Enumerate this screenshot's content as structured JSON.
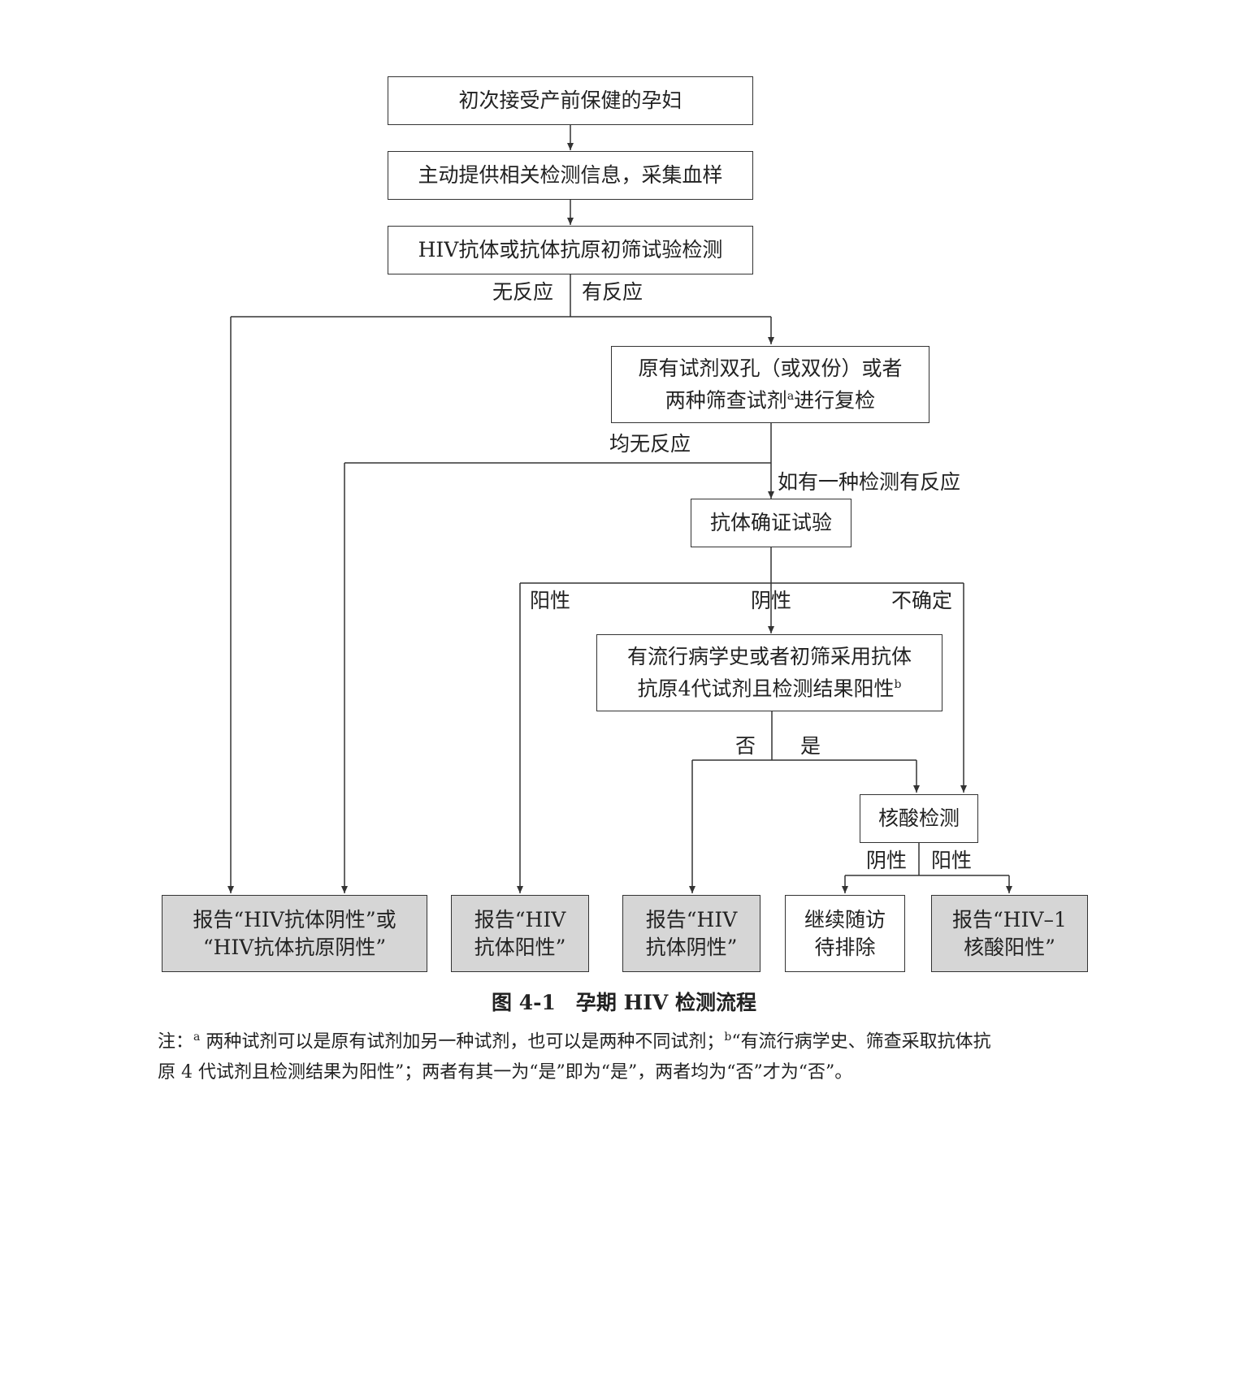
{
  "boxes": {
    "b1": "初次接受产前保健的孕妇",
    "b2": "主动提供相关检测信息，采集血样",
    "b3": "HIV抗体或抗体抗原初筛试验检测",
    "b4_line1": "原有试剂双孔（或双份）或者",
    "b4_line2_pre": "两种筛查试剂",
    "b4_sup": "a",
    "b4_line2_post": "进行复检",
    "b5": "抗体确证试验",
    "b6_line1": "有流行病学史或者初筛采用抗体",
    "b6_line2": "抗原4代试剂且检测结果阳性",
    "b6_sup": "b",
    "b7": "核酸检测",
    "r1_line1": "报告“HIV抗体阴性”或",
    "r1_line2": "“HIV抗体抗原阴性”",
    "r2_line1": "报告“HIV",
    "r2_line2": "抗体阳性”",
    "r3_line1": "报告“HIV",
    "r3_line2": "抗体阴性”",
    "r4_line1": "继续随访",
    "r4_line2": "待排除",
    "r5_line1": "报告“HIV–1",
    "r5_line2": "核酸阳性”"
  },
  "labels": {
    "no_reaction": "无反应",
    "reaction": "有反应",
    "all_no_reaction": "均无反应",
    "any_reaction": "如有一种检测有反应",
    "positive": "阳性",
    "negative": "阴性",
    "indeterminate": "不确定",
    "no": "否",
    "yes": "是",
    "nat_negative": "阴性",
    "nat_positive": "阳性"
  },
  "caption": "图 4-1　孕期 HIV 检测流程",
  "note": {
    "prefix": "注：",
    "sup_a": "a",
    "text_a": " 两种试剂可以是原有试剂加另一种试剂，也可以是两种不同试剂；",
    "sup_b": "b",
    "text_b_line1": "“有流行病学史、筛查采取抗体抗",
    "text_b_line2": "原 4 代试剂且检测结果为阳性”；两者有其一为“是”即为“是”，两者均为“否”才为“否”。"
  }
}
